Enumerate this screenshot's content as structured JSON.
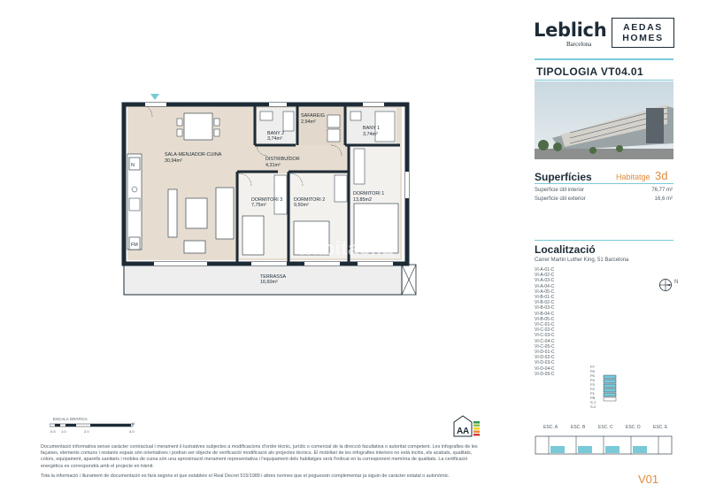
{
  "brand": {
    "leblich": "Leblich",
    "leblich_sub": "Barcelona",
    "aedas": "AEDAS\nHOMES"
  },
  "tipologia": "TIPOLOGIA VT04.01",
  "superficies": {
    "title": "Superfícies",
    "habitatge_label": "Habitatge",
    "habitatge_value": "3d",
    "interior_label": "Superficie útil interior",
    "interior_value": "76,77 m²",
    "exterior_label": "Superficie útil exterior",
    "exterior_value": "16,6 m²"
  },
  "localitzacio": {
    "title": "Localització",
    "address": "Carrer Martin Luther King, 51 Barcelona",
    "units": [
      "VI-A-01-C",
      "VI-A-02-C",
      "VI-A-03-C",
      "VI-A-04-C",
      "VI-A-05-C",
      "VI-B-01-C",
      "VI-B-02-C",
      "VI-B-03-C",
      "VI-B-04-C",
      "VI-B-05-C",
      "VI-C-01-C",
      "VI-C-02-C",
      "VI-C-03-C",
      "VI-C-04-C",
      "VI-C-05-C",
      "VI-D-01-C",
      "VI-D-02-C",
      "VI-D-03-C",
      "VI-D-04-C",
      "VI-D-05-C"
    ],
    "compass_label": "N"
  },
  "levels": [
    "P7",
    "P6",
    "P5",
    "P4",
    "P3",
    "P2",
    "P1",
    "PB",
    "S-1",
    "S-2"
  ],
  "stairs": [
    "ESC. A",
    "ESC. B",
    "ESC. C",
    "ESC. D",
    "ESC. E"
  ],
  "plan": {
    "rooms": [
      {
        "name": "SALA-MENJADOR-CUINA",
        "area": "30,94m²"
      },
      {
        "name": "BANY 2",
        "area": "3,74m²"
      },
      {
        "name": "SAFAREIG",
        "area": "2,94m²"
      },
      {
        "name": "BANY 1",
        "area": "3,74m²"
      },
      {
        "name": "DISTRIBUÏDOR",
        "area": "4,31m²"
      },
      {
        "name": "DORMITORI 3",
        "area": "7,75m²"
      },
      {
        "name": "DORMITORI 2",
        "area": "9,50m²"
      },
      {
        "name": "DORMITORI 1",
        "area": "13,85m2"
      },
      {
        "name": "TERRASSA",
        "area": "16,60m²"
      }
    ],
    "fixture_labels": [
      "N",
      "FM"
    ]
  },
  "scale": {
    "title": "ESCALA GRÀFICA",
    "ticks": [
      "0.5",
      "1.0",
      "2.0",
      "4.0"
    ],
    "unit": "M"
  },
  "energy_label": "A",
  "watermark": "habitaclia",
  "disclaimer": "Documentació informativa sense caràcter contractual i merament il·lustratives subjectes a modificacions d'ordre tècnic, jurídic o comercial de la direcció facultativa o autoritat competent. Les infografies de les façanes, elements comuns i restants espais són orientatives i podran ser objecte de verificació/ modificació als projectes tècnics. El mobiliari de les infografies interiors no està inclòs, els acabats, qualitats, colors, equipament, aparells sanitaris i mobles de cuina són una aproximació merament representativa i l'equipament dels habitatges serà l'indicat en la corresponent memòria de qualitats. La certificació energètica es correspondrà amb el projecte en tràmit.",
  "disclaimer2": "Tota la informació i lliurament de documentació es farà segons el que estableix el Real Decret 515/1989 i altres normes que el poguessin complementar ja siguin de caràcter estatal o autonòmic.",
  "version": "V01",
  "colors": {
    "accent": "#7ac9d9",
    "orange": "#e08c3b",
    "floor": "#e6ddd0",
    "wall": "#1d2b36",
    "terrace": "#eeeeee"
  }
}
